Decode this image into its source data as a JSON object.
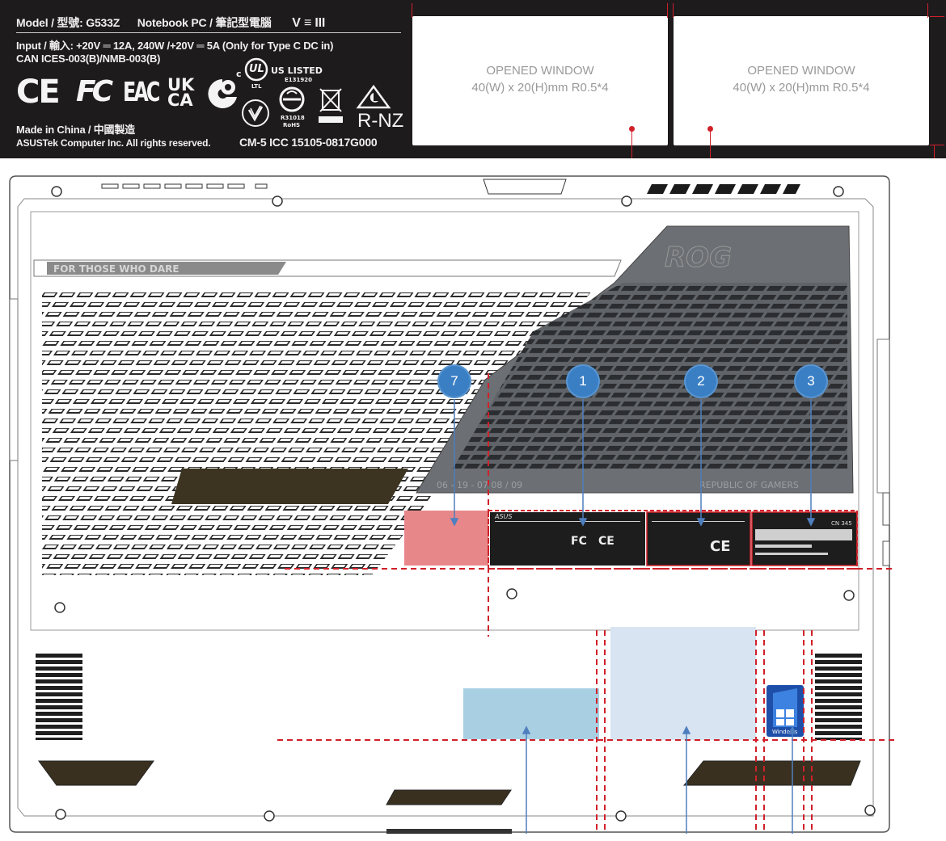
{
  "label": {
    "model_line": "Model / 型號: G533Z",
    "product_line": "Notebook PC / 筆記型電腦",
    "symbols": "V ≡ III",
    "input_line": "Input / 輸入: +20V ═ 12A, 240W /+20V ═ 5A (Only for Type C DC in)",
    "can_line": "CAN ICES-003(B)/NMB-003(B)",
    "ul_text": "US LISTED",
    "ul_file": "E131920",
    "ul_c": "c",
    "ul_mark": "UL",
    "ul_ltl": "LTL",
    "rohs_code": "R31018",
    "rohs": "RoHS",
    "ce_mark": "CE",
    "fc_mark": "FC",
    "eac_mark": "EAC",
    "ukca_top": "UK",
    "ukca_bottom": "CA",
    "rnz": "R-NZ",
    "made_in": "Made in China / 中國製造",
    "copyright": "ASUSTek Computer Inc. All rights reserved.",
    "cm_line": "CM-5 ICC 15105-0817G000"
  },
  "windows": [
    {
      "title": "OPENED WINDOW",
      "spec": "40(W) x 20(H)mm R0.5*4"
    },
    {
      "title": "OPENED WINDOW",
      "spec": "40(W) x 20(H)mm R0.5*4"
    }
  ],
  "laptop": {
    "slogan": "FOR THOSE WHO DARE",
    "brand_logo": "ROG",
    "date_stamp": "06 - 19 - 07  08 / 09",
    "rog_text": "REPUBLIC OF GAMERS",
    "windows_sticker": "Windows"
  },
  "badges": [
    "7",
    "1",
    "2",
    "3"
  ],
  "sticker_texts": {
    "s1_brand": "ASUS",
    "s1_fc": "FC",
    "s1_ce": "CE",
    "s2_ce": "CE",
    "s3_code": "CN 345"
  },
  "colors": {
    "label_bg": "#1e1b1c",
    "guide_red": "#d0202a",
    "badge_blue": "#3a7fc4",
    "sticker7_pink": "#e8878a",
    "area_blue": "#a9cfe3",
    "area_pale": "#d8e4f1",
    "arrow_blue": "#4f7fbf"
  }
}
